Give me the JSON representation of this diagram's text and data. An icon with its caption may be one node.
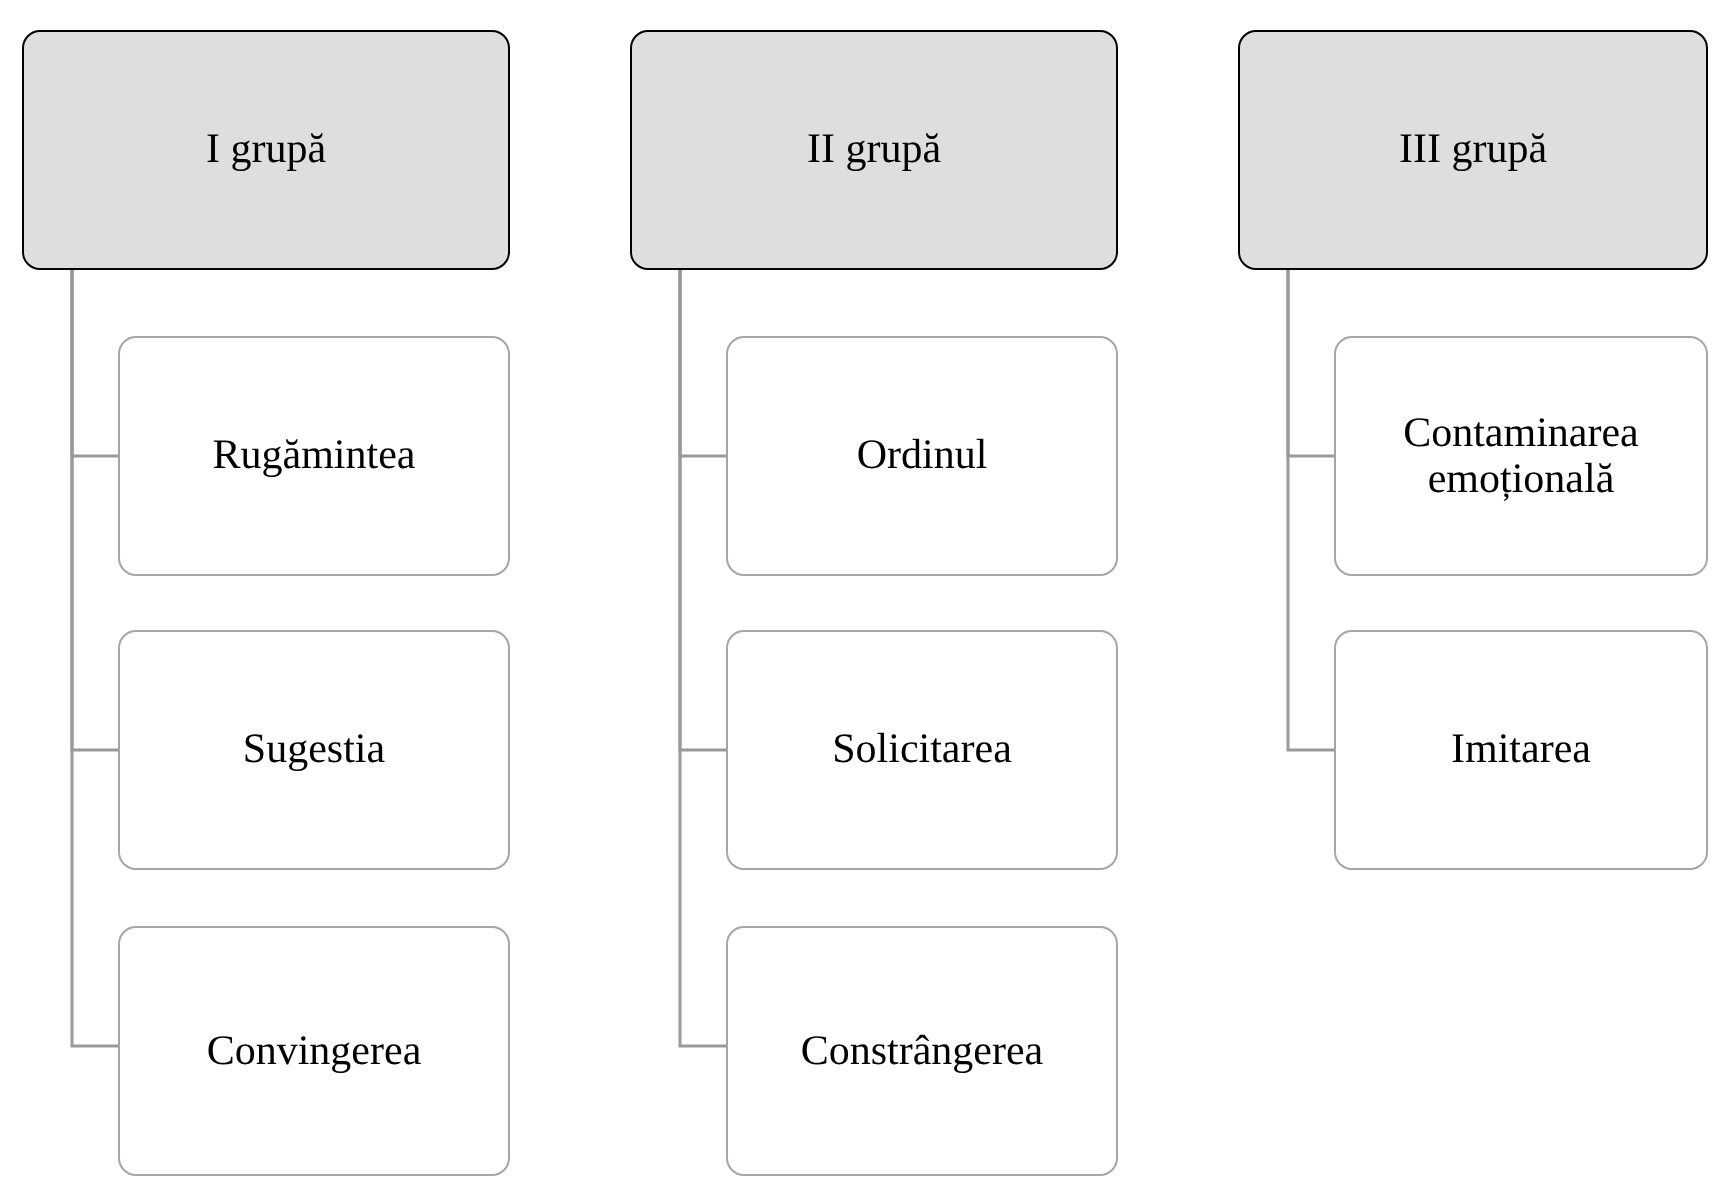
{
  "diagram": {
    "nodes": [
      {
        "text": [
          "I grupă"
        ]
      },
      {
        "text": [
          "Rugămintea"
        ]
      },
      {
        "text": [
          "Sugestia"
        ]
      },
      {
        "text": [
          "Convingerea"
        ]
      },
      {
        "text": [
          "II grupă"
        ]
      },
      {
        "text": [
          "Ordinul"
        ]
      },
      {
        "text": [
          "Solicitarea"
        ]
      },
      {
        "text": [
          "Constrângerea"
        ]
      },
      {
        "text": [
          "III grupă"
        ]
      },
      {
        "text": [
          "Contaminarea emoțională"
        ]
      },
      {
        "text": [
          "Imitarea"
        ]
      }
    ],
    "edges": [
      {
        "from": 0,
        "to": 1,
        "arrow": "none"
      },
      {
        "from": 0,
        "to": 2,
        "arrow": "none"
      },
      {
        "from": 0,
        "to": 3,
        "arrow": "none"
      },
      {
        "from": 4,
        "to": 5,
        "arrow": "none"
      },
      {
        "from": 4,
        "to": 6,
        "arrow": "none"
      },
      {
        "from": 4,
        "to": 7,
        "arrow": "none"
      },
      {
        "from": 8,
        "to": 9,
        "arrow": "none"
      },
      {
        "from": 8,
        "to": 10,
        "arrow": "none"
      }
    ]
  }
}
